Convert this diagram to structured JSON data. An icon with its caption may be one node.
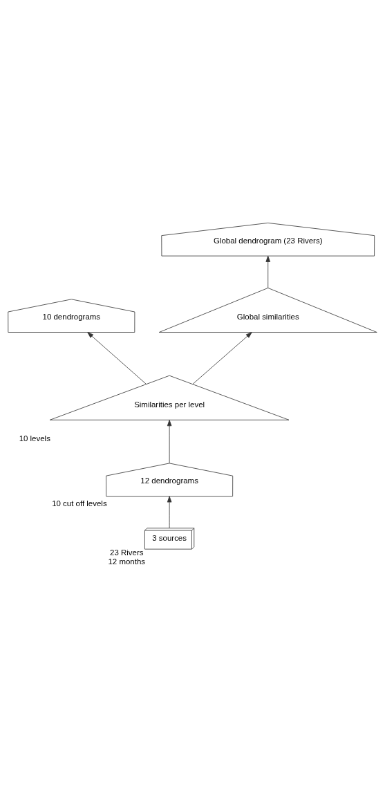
{
  "diagram": {
    "nodes": [
      {
        "text": [
          "3 sources"
        ],
        "beside": [
          "23 Rivers",
          "12 months"
        ]
      },
      {
        "text": [
          "12 dendrograms"
        ],
        "beside": [
          "10 cut off levels"
        ]
      },
      {
        "text": [
          "Similarities per level"
        ],
        "beside": [
          "10 levels"
        ]
      },
      {
        "text": [
          "10 dendrograms"
        ]
      },
      {
        "text": [
          "Global similarities"
        ]
      },
      {
        "text": [
          "Global dendrogram (23 Rivers)"
        ]
      }
    ],
    "edges": [
      {
        "from": 0,
        "to": 1,
        "arrow": "to"
      },
      {
        "from": 1,
        "to": 2,
        "arrow": "to"
      },
      {
        "from": 2,
        "to": 3,
        "arrow": "to"
      },
      {
        "from": 2,
        "to": 4,
        "arrow": "to"
      },
      {
        "from": 4,
        "to": 5,
        "arrow": "to"
      }
    ]
  }
}
